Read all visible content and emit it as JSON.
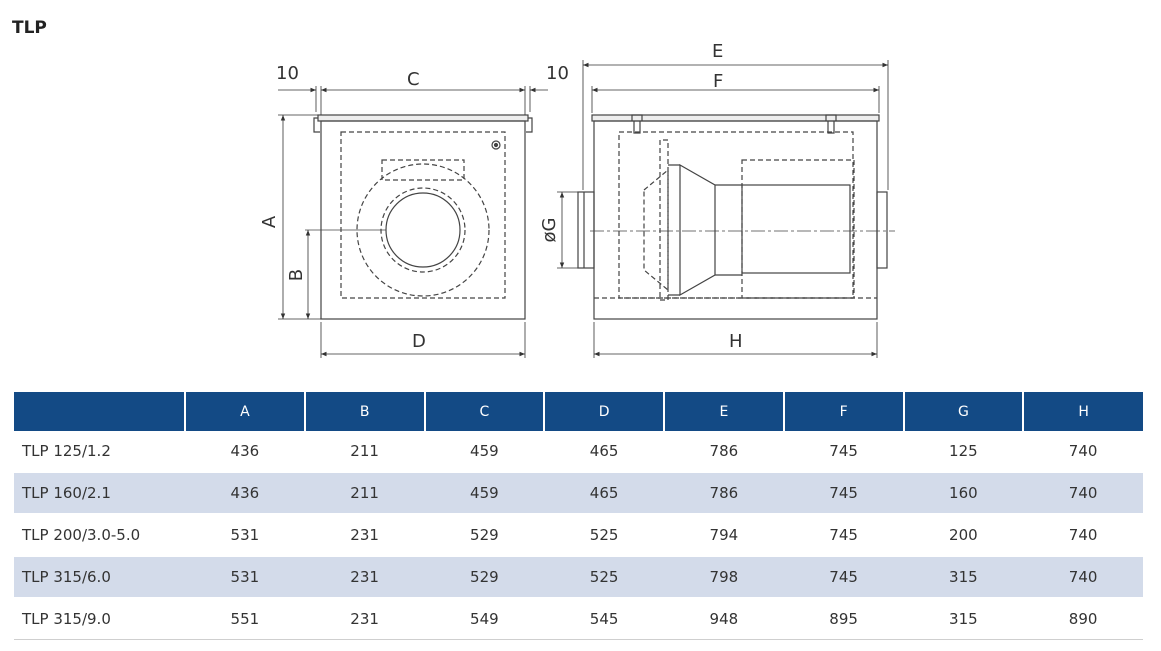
{
  "title": "TLP",
  "drawing": {
    "labels": {
      "gap_left": "10",
      "gap_right": "10",
      "A": "A",
      "B": "B",
      "C": "C",
      "D": "D",
      "E": "E",
      "F": "F",
      "G": "øG",
      "H": "H"
    }
  },
  "table": {
    "headers": [
      "",
      "A",
      "B",
      "C",
      "D",
      "E",
      "F",
      "G",
      "H"
    ],
    "rows": [
      [
        "TLP 125/1.2",
        "436",
        "211",
        "459",
        "465",
        "786",
        "745",
        "125",
        "740"
      ],
      [
        "TLP 160/2.1",
        "436",
        "211",
        "459",
        "465",
        "786",
        "745",
        "160",
        "740"
      ],
      [
        "TLP 200/3.0-5.0",
        "531",
        "231",
        "529",
        "525",
        "794",
        "745",
        "200",
        "740"
      ],
      [
        "TLP 315/6.0",
        "531",
        "231",
        "529",
        "525",
        "798",
        "745",
        "315",
        "740"
      ],
      [
        "TLP 315/9.0",
        "551",
        "231",
        "549",
        "545",
        "948",
        "895",
        "315",
        "890"
      ]
    ]
  }
}
